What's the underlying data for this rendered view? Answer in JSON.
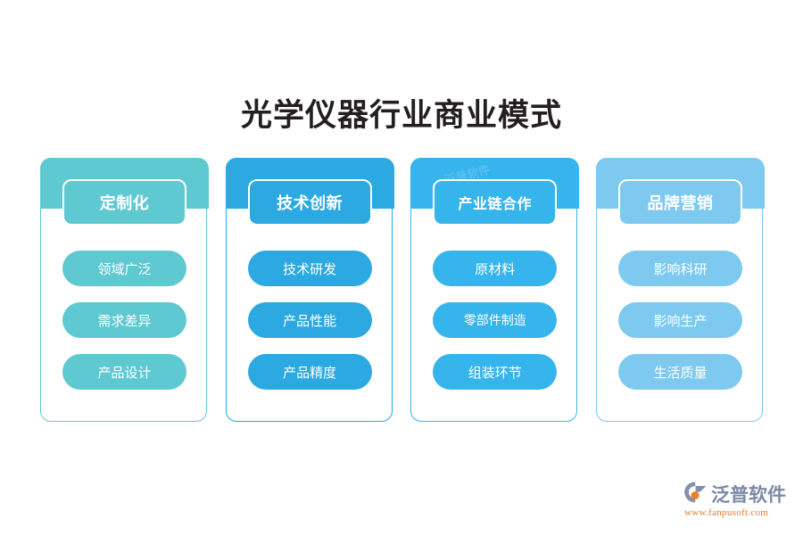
{
  "page": {
    "title": "光学仪器行业商业模式",
    "background_color": "#ffffff"
  },
  "cards": [
    {
      "title": "定制化",
      "accent_color": "#5FC9D1",
      "items": [
        "领域广泛",
        "需求差异",
        "产品设计"
      ]
    },
    {
      "title": "技术创新",
      "accent_color": "#2BA9E0",
      "items": [
        "技术研发",
        "产品性能",
        "产品精度"
      ]
    },
    {
      "title": "产业链合作",
      "accent_color": "#36B4EC",
      "items": [
        "原材料",
        "零部件制造",
        "组装环节"
      ]
    },
    {
      "title": "品牌营销",
      "accent_color": "#7DC9F0",
      "items": [
        "影响科研",
        "影响生产",
        "生活质量"
      ]
    }
  ],
  "watermark": {
    "text": "泛普软件",
    "sub": "www.fanpusoft.com"
  },
  "brand": {
    "logo_icon": "fanpu-swoosh-logo-icon",
    "name": "泛普软件",
    "url": "www.fanpusoft.com",
    "name_color": "#7b8aa5",
    "url_color": "#e87a2b"
  }
}
